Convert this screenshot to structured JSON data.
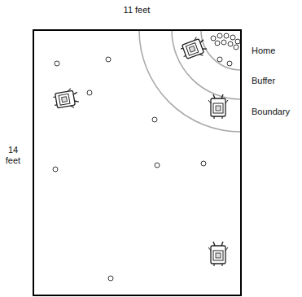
{
  "diagram": {
    "labels": [
      "11 feet",
      "14 feet",
      "Home",
      "Buffer",
      "Boundary"
    ]
  }
}
